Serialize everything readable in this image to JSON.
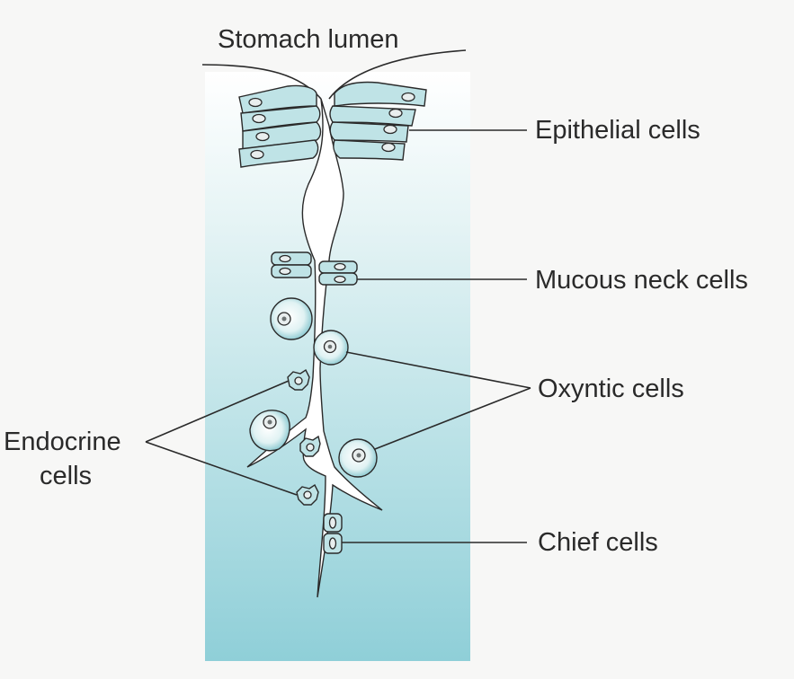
{
  "labels": {
    "stomach_lumen": "Stomach lumen",
    "epithelial": "Epithelial cells",
    "mucous_neck": "Mucous neck cells",
    "oxyntic": "Oxyntic cells",
    "endocrine_line1": "Endocrine",
    "endocrine_line2": "cells",
    "chief": "Chief cells"
  },
  "colors": {
    "tissue_top": "#ffffff",
    "tissue_bottom": "#8fcfd8",
    "cell_fill": "#bfe3e6",
    "outline": "#2a2a2a",
    "background": "#f7f7f6"
  }
}
